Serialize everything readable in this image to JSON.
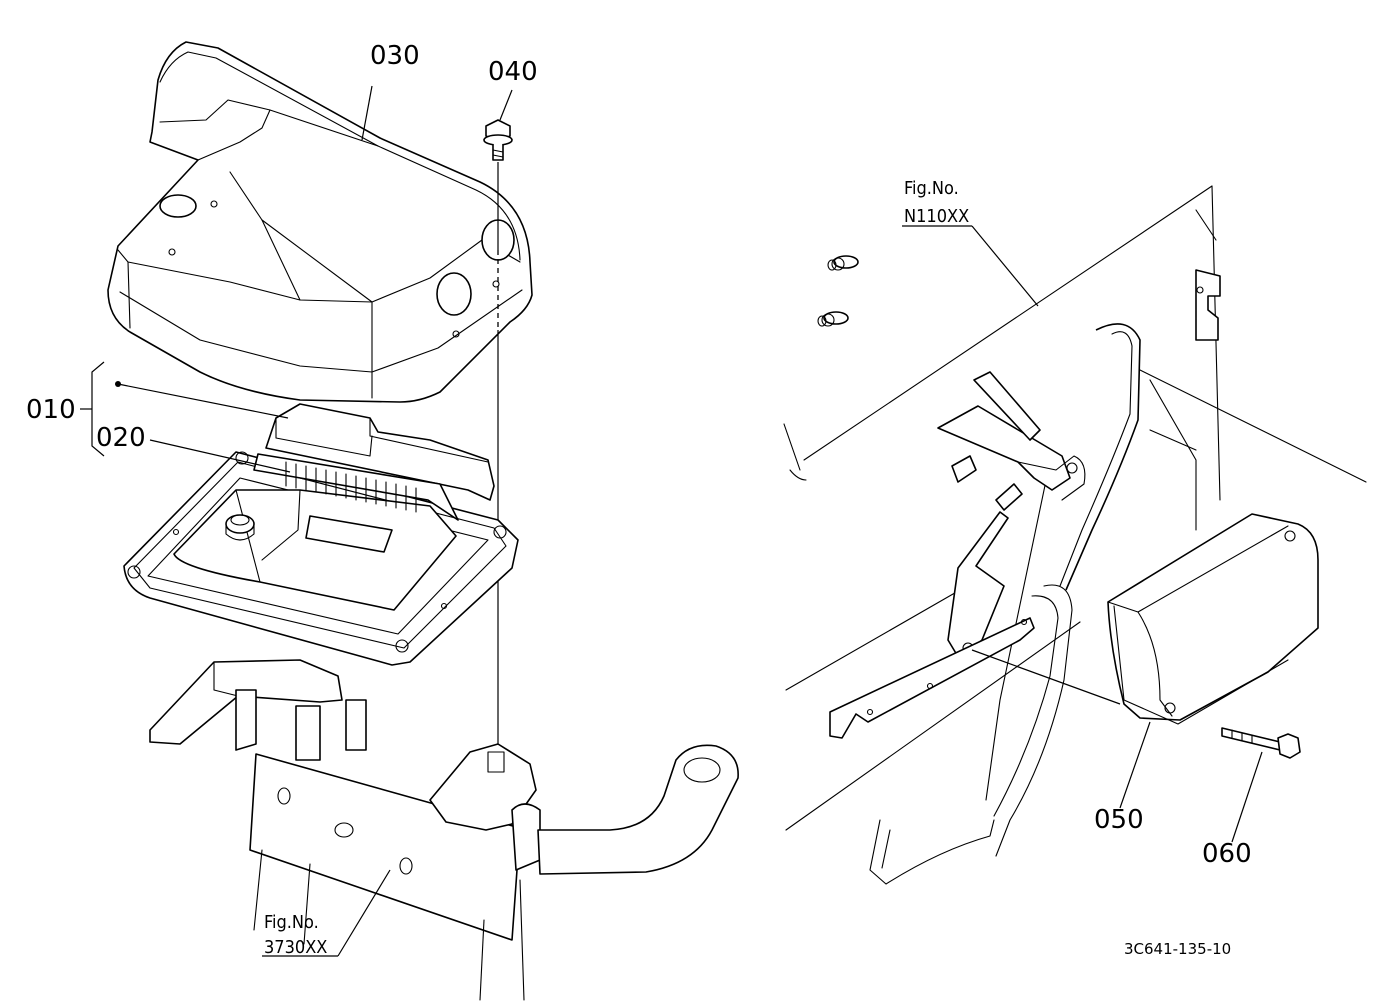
{
  "callouts": {
    "p010": "010",
    "p020": "020",
    "p030": "030",
    "p040": "040",
    "p050": "050",
    "p060": "060"
  },
  "refs": {
    "left": {
      "line1": "Fig.No.",
      "line2": "3730XX"
    },
    "right": {
      "line1": "Fig.No.",
      "line2": "N110XX"
    }
  },
  "drawing_code": "3C641-135-10"
}
